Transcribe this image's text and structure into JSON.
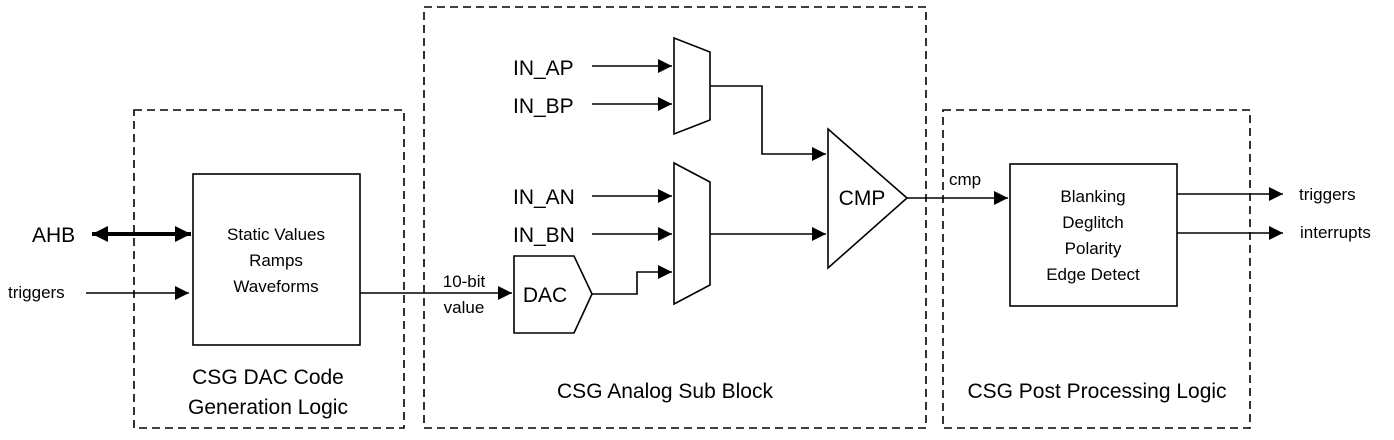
{
  "blocks": {
    "dac_code_gen": {
      "title_line1": "CSG DAC Code",
      "title_line2": "Generation Logic"
    },
    "analog_sub": {
      "title": "CSG Analog Sub Block"
    },
    "post_processing": {
      "title": "CSG Post Processing Logic"
    }
  },
  "dac_code_box": {
    "line1": "Static Values",
    "line2": "Ramps",
    "line3": "Waveforms"
  },
  "post_box": {
    "line1": "Blanking",
    "line2": "Deglitch",
    "line3": "Polarity",
    "line4": "Edge Detect"
  },
  "signals": {
    "ahb": "AHB",
    "triggers_in": "triggers",
    "value_line1": "10-bit",
    "value_line2": "value",
    "dac": "DAC",
    "in_ap": "IN_AP",
    "in_bp": "IN_BP",
    "in_an": "IN_AN",
    "in_bn": "IN_BN",
    "cmp": "CMP",
    "cmp_out": "cmp",
    "triggers_out": "triggers",
    "interrupts": "interrupts"
  }
}
